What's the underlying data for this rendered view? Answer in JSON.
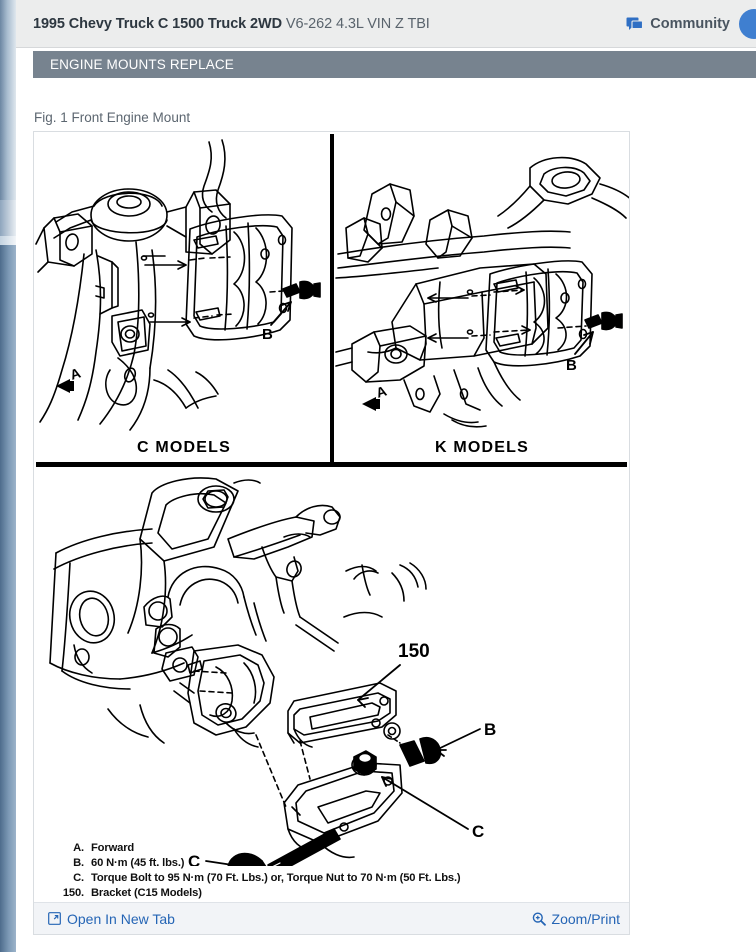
{
  "header": {
    "vehicle_bold": "1995 Chevy Truck C 1500 Truck 2WD",
    "vehicle_engine": "V6-262 4.3L VIN Z TBI",
    "community_label": "Community",
    "chat_icon": "chat-bubble-icon",
    "avatar_icon": "user-avatar-circle",
    "avatar_color": "#3f7fd0",
    "bar_color": "#eceded"
  },
  "section": {
    "title": "ENGINE MOUNTS REPLACE",
    "bar_color": "#77838f",
    "text_color": "#ffffff"
  },
  "figure": {
    "caption": "Fig. 1 Front Engine Mount",
    "panels": [
      {
        "label": "C MODELS",
        "callouts": [
          "A",
          "B"
        ]
      },
      {
        "label": "K MODELS",
        "callouts": [
          "A",
          "B"
        ]
      },
      {
        "label": "",
        "callouts": [
          "150",
          "B",
          "C",
          "C"
        ]
      }
    ],
    "legend": [
      {
        "key": "A.",
        "text": "Forward"
      },
      {
        "key": "B.",
        "text": "60 N·m (45 ft. lbs.)"
      },
      {
        "key": "C.",
        "text": "Torque Bolt to 95 N·m (70 Ft. Lbs.) or, Torque Nut to 70 N·m (50 Ft. Lbs.)"
      },
      {
        "key": "150.",
        "text": "Bracket (C15 Models)"
      }
    ],
    "actions": {
      "open_new_tab": "Open In New Tab",
      "open_new_tab_icon": "open-in-new-tab-icon",
      "zoom_print": "Zoom/Print",
      "zoom_print_icon": "magnifier-plus-icon",
      "link_color": "#2565b5"
    }
  }
}
